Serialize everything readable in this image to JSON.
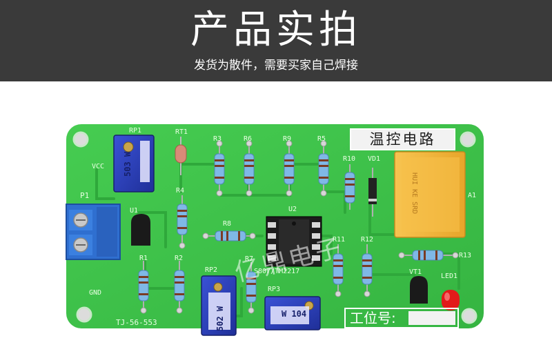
{
  "banner": {
    "title": "产品实拍",
    "subtitle": "发货为散件，需要买家自己焊接"
  },
  "board": {
    "title": "温控电路",
    "work_label": "工位号:",
    "model": "TJ-56-553",
    "labels": {
      "vcc": "VCC",
      "gnd": "GND",
      "p1": "P1",
      "u1": "U1",
      "u2": "U2",
      "rp1": "RP1",
      "rp2": "RP2",
      "rp3": "RP3",
      "rt1": "RT1",
      "r1": "R1",
      "r2": "R2",
      "r3": "R3",
      "r4": "R4",
      "r5": "R5",
      "r6": "R6",
      "r7": "R7",
      "r8": "R8",
      "r9": "R9",
      "r10": "R10",
      "r11": "R11",
      "r12": "R12",
      "r13": "R13",
      "vd1": "VD1",
      "vt1": "VT1",
      "led1": "LED1",
      "a1": "A1"
    },
    "chip_text": "S807/TM2217",
    "pot_rp1": "503 W",
    "pot_rp2": "502 W",
    "pot_rp3": "W 104",
    "relay_text": "HUI KE SRD",
    "watermark": "亿鼎电子"
  },
  "colors": {
    "banner_bg": "#3a3a3a",
    "pcb_green": "#3fc24a",
    "pot_blue": "#2a3fb8",
    "relay_orange": "#f4b63d",
    "terminal_blue": "#2f6fd0"
  }
}
